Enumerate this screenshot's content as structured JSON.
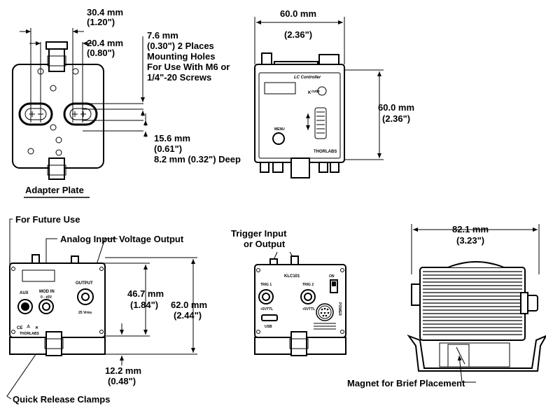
{
  "dimensions": {
    "width_30_4": "30.4 mm",
    "width_30_4_in": "(1.20\")",
    "width_20_4": "20.4 mm",
    "width_20_4_in": "(0.80\")",
    "hole_7_6": "7.6 mm",
    "hole_7_6_in": "(0.30\") 2 Places",
    "mounting_line1": "Mounting Holes",
    "mounting_line2": "For Use With M6 or",
    "mounting_line3": "1/4\"-20 Screws",
    "dim_15_6": "15.6 mm",
    "dim_15_6_in": "(0.61\")",
    "deep": "8.2 mm (0.32\") Deep",
    "top_width": "60.0 mm",
    "top_width_in": "(2.36\")",
    "height_60": "60.0 mm",
    "height_60_in": "(2.36\")",
    "dim_46_7": "46.7 mm",
    "dim_46_7_in": "(1.84\")",
    "dim_62_0": "62.0 mm",
    "dim_62_0_in": "(2.44\")",
    "dim_12_2": "12.2 mm",
    "dim_12_2_in": "(0.48\")",
    "dim_82_1": "82.1 mm",
    "dim_82_1_in": "(3.23\")"
  },
  "labels": {
    "adapter_plate": "Adapter Plate",
    "future_use": "For Future Use",
    "analog_input": "Analog Input",
    "voltage_output": "Voltage Output",
    "trigger_line1": "Trigger Input",
    "trigger_line2": "or Output",
    "quick_release": "Quick Release Clamps",
    "magnet": "Magnet for Brief Placement"
  },
  "device_text": {
    "lc_controller": "LC Controller",
    "menu": "MENU",
    "brand": "THORLABS",
    "aux": "AUX",
    "mod_in": "MOD IN",
    "mod_range": "0 - ±5V",
    "output": "OUTPUT",
    "output_spec": "25 Vrms",
    "model": "KLC101",
    "trig1": "TRIG 1",
    "trig2": "TRIG 2",
    "trig_v": "+5VTTL",
    "usb": "USB",
    "power": "POWER",
    "on": "ON"
  }
}
